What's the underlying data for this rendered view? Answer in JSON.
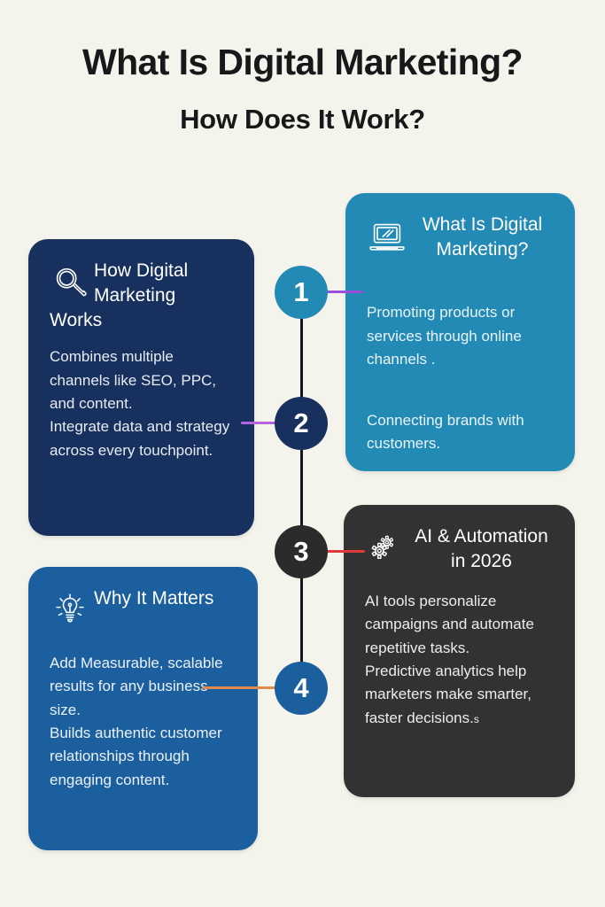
{
  "page": {
    "background_color": "#f4f3ec",
    "title_main": "What Is Digital Marketing?",
    "title_sub": "How Does It Work?"
  },
  "steps": [
    {
      "number": "1",
      "circle_color": "#2389b5",
      "connector_color": "#9b4ddb",
      "card_color": "#2389b5",
      "icon": "laptop-icon",
      "heading": "What Is Digital Marketing?",
      "body_part_1": "Promoting products or services through online channels .",
      "body_part_2": "Connecting brands with customers.",
      "body_tail": ""
    },
    {
      "number": "2",
      "circle_color": "#17305e",
      "connector_color": "#b663e0",
      "card_color": "#17305e",
      "icon": "magnifier-icon",
      "heading": "How Digital Marketing Works",
      "body_part_1": "Combines multiple channels like SEO, PPC, and content.\n Integrate data and strategy across every touchpoint.",
      "body_part_2": "",
      "body_tail": ""
    },
    {
      "number": "3",
      "circle_color": "#2b2b2b",
      "connector_color": "#e03b3b",
      "card_color": "#323232",
      "icon": "gears-icon",
      "heading": "AI & Automation in 2026",
      "body_part_1": "AI tools personalize campaigns and automate repetitive tasks.\n Predictive analytics help marketers make smarter, faster decisions.",
      "body_part_2": "",
      "body_tail": "s"
    },
    {
      "number": "4",
      "circle_color": "#1c5f9e",
      "connector_color": "#e08a50",
      "card_color": "#1c5f9e",
      "icon": "lightbulb-icon",
      "heading": "Why It Matters",
      "body_part_1": "Add Measurable, scalable results for any business size.\nBuilds authentic customer relationships through engaging content.",
      "body_part_2": "",
      "body_tail": ""
    }
  ]
}
